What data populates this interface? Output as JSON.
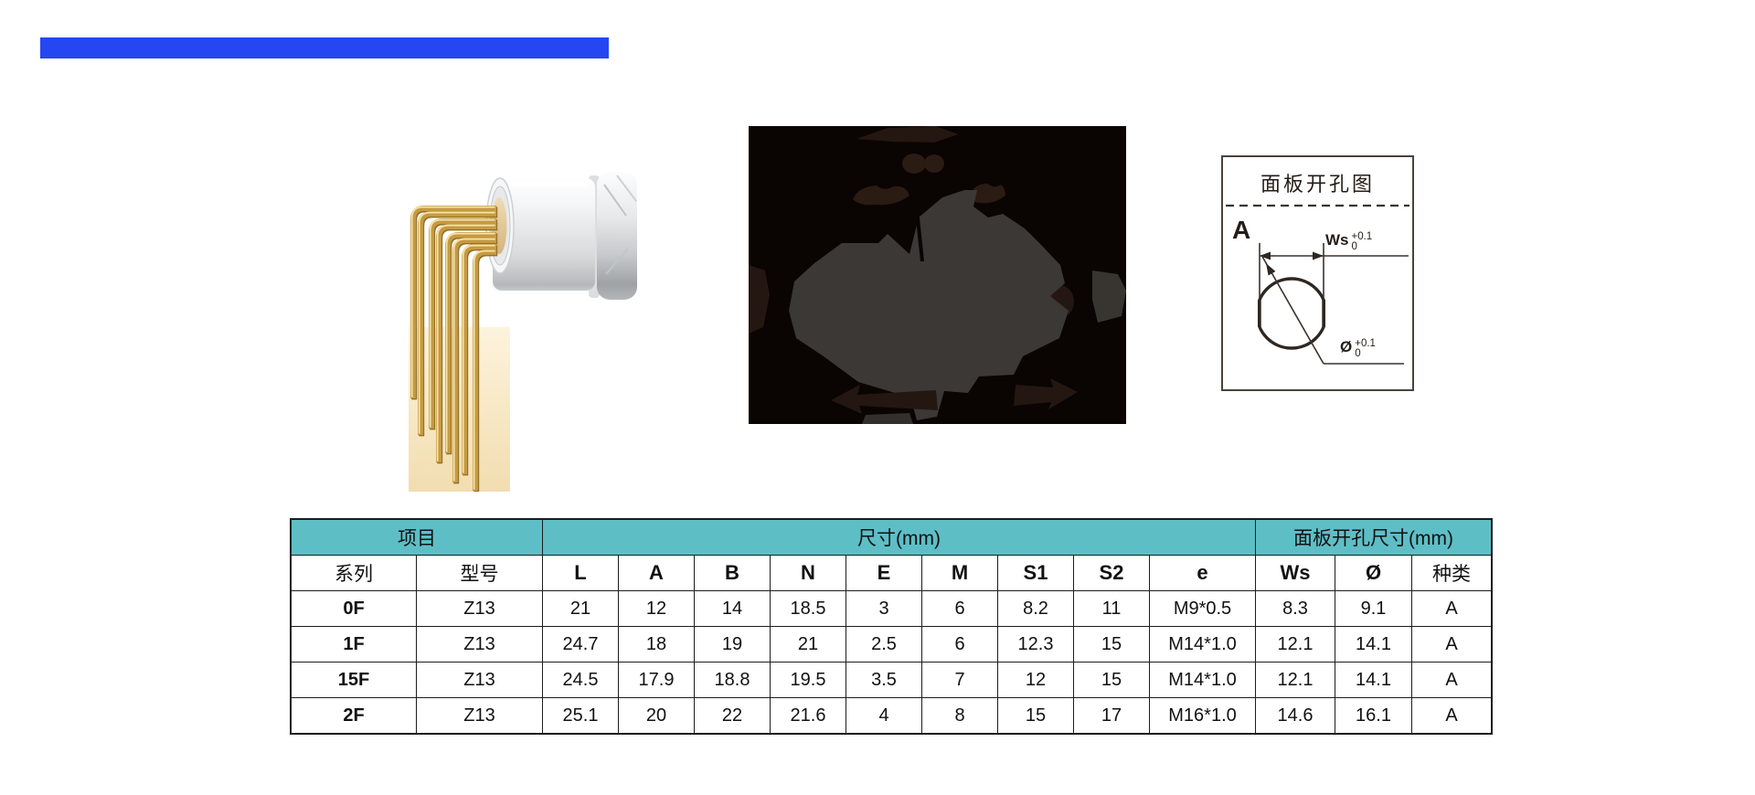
{
  "title_bar": {
    "color": "#2547f2"
  },
  "photo": {
    "description": "connector-with-gold-right-angle-pins"
  },
  "panel_diagram": {
    "title": "面板开孔图",
    "view_label": "A",
    "width_label": "Ws",
    "width_tol_upper": "+0.1",
    "width_tol_lower": "0",
    "dia_label": "Ø",
    "dia_tol_upper": "+0.1",
    "dia_tol_lower": "0"
  },
  "spec_table": {
    "header_bg": "#5ebec6",
    "header_groups": [
      {
        "label": "项目",
        "colspan": 2
      },
      {
        "label": "尺寸(mm)",
        "colspan": 9
      },
      {
        "label": "面板开孔尺寸(mm)",
        "colspan": 3
      }
    ],
    "columns": [
      "系列",
      "型号",
      "L",
      "A",
      "B",
      "N",
      "E",
      "M",
      "S1",
      "S2",
      "e",
      "Ws",
      "Ø",
      "种类"
    ],
    "rows": [
      [
        "0F",
        "Z13",
        "21",
        "12",
        "14",
        "18.5",
        "3",
        "6",
        "8.2",
        "11",
        "M9*0.5",
        "8.3",
        "9.1",
        "A"
      ],
      [
        "1F",
        "Z13",
        "24.7",
        "18",
        "19",
        "21",
        "2.5",
        "6",
        "12.3",
        "15",
        "M14*1.0",
        "12.1",
        "14.1",
        "A"
      ],
      [
        "15F",
        "Z13",
        "24.5",
        "17.9",
        "18.8",
        "19.5",
        "3.5",
        "7",
        "12",
        "15",
        "M14*1.0",
        "12.1",
        "14.1",
        "A"
      ],
      [
        "2F",
        "Z13",
        "25.1",
        "20",
        "22",
        "21.6",
        "4",
        "8",
        "15",
        "17",
        "M16*1.0",
        "14.6",
        "16.1",
        "A"
      ]
    ]
  }
}
